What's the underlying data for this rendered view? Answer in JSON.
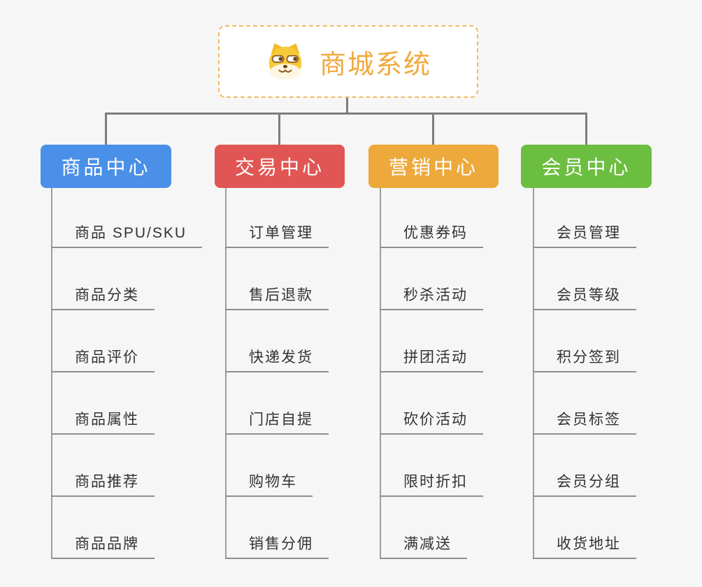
{
  "root": {
    "title": "商城系统",
    "icon": "shiba-dog-icon",
    "title_color": "#f2a93e",
    "border_color": "#f1bb63"
  },
  "branches": [
    {
      "label": "商品中心",
      "color": "#4a90e8",
      "children": [
        "商品 SPU/SKU",
        "商品分类",
        "商品评价",
        "商品属性",
        "商品推荐",
        "商品品牌"
      ]
    },
    {
      "label": "交易中心",
      "color": "#e15654",
      "children": [
        "订单管理",
        "售后退款",
        "快递发货",
        "门店自提",
        "购物车",
        "销售分佣"
      ]
    },
    {
      "label": "营销中心",
      "color": "#eda93b",
      "children": [
        "优惠券码",
        "秒杀活动",
        "拼团活动",
        "砍价活动",
        "限时折扣",
        "满减送"
      ]
    },
    {
      "label": "会员中心",
      "color": "#6cbe41",
      "children": [
        "会员管理",
        "会员等级",
        "积分签到",
        "会员标签",
        "会员分组",
        "收货地址"
      ]
    }
  ],
  "colors": {
    "background": "#f6f6f6",
    "connector": "#7d7d7d",
    "child_connector": "#9e9e9e",
    "child_underline": "#8f8f8f",
    "child_text": "#333333"
  }
}
